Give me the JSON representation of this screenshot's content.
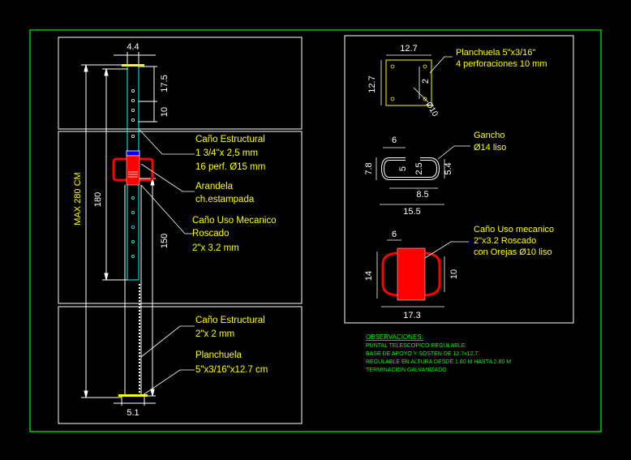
{
  "colors": {
    "background": "#000000",
    "frame": "#00ff00",
    "text": "#ffff00",
    "dimension": "#ffffff",
    "pipe": "#00ffff",
    "accent": "#ff0000",
    "notes": "#00ff00"
  },
  "left_view": {
    "top_width": "4.4",
    "bottom_width": "5.1",
    "max_height": "MAX 280 CM",
    "dim_175": "17.5",
    "dim_10": "10",
    "dim_180": "180",
    "dim_150": "150",
    "labels": {
      "cano_estructural_1": [
        "Caño Estructural",
        "1 3/4\"x 2,5 mm",
        "16 perf. Ø15 mm"
      ],
      "arandela": [
        "Arandela",
        "ch.estampada"
      ],
      "cano_uso_mecanico": [
        "Caño Uso Mecanico",
        "Roscado",
        "2\"x 3.2 mm"
      ],
      "cano_estructural_2": [
        "Caño Estructural",
        "2\"x 2 mm"
      ],
      "planchuela": [
        "Planchuela",
        "5\"x3/16\"x12.7 cm"
      ]
    }
  },
  "right_view": {
    "planchuela": {
      "dim_top": "12.7",
      "dim_left": "12.7",
      "dim_inner": "2",
      "dim_hole": "Ø10",
      "label": [
        "Planchuela 5\"x3/16\"",
        "4 perforaciones 10 mm"
      ]
    },
    "gancho": {
      "dim_6": "6",
      "dim_78": "7.8",
      "dim_5": "5",
      "dim_25": "2.5",
      "dim_54": "5.4",
      "dim_85": "8.5",
      "dim_155": "15.5",
      "label": [
        "Gancho",
        "Ø14 liso"
      ]
    },
    "tuerca": {
      "dim_6": "6",
      "dim_14": "14",
      "dim_10": "10",
      "dim_173": "17.3",
      "label": [
        "Caño Uso mecanico",
        "2\"x3.2 Roscado",
        "con Orejas Ø10 liso"
      ]
    }
  },
  "notes": {
    "title": "OBSERVACIONES:",
    "lines": [
      "PUNTAL TELESCOPICO REGULABLE",
      "BASE DE APOYO Y SOSTEN DE 12.7x12.7",
      "REGULABLE EN ALTURA DESDE 1.80 M HASTA 2.80 M",
      "TERMINACION GALVANIZADO"
    ]
  }
}
